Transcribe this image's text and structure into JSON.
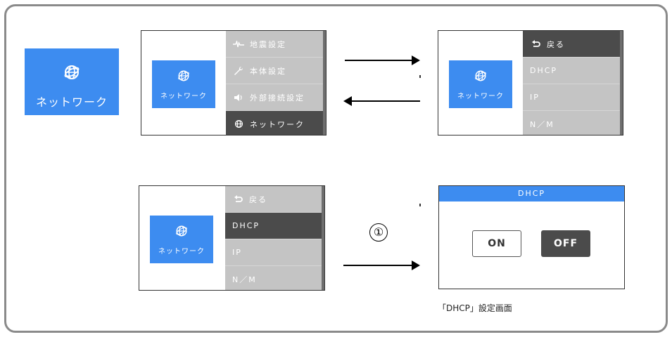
{
  "big_icon": {
    "label": "ネットワーク"
  },
  "screen1": {
    "tile_label": "ネットワーク",
    "menu": [
      {
        "icon": "waveform-icon",
        "label": "地震設定"
      },
      {
        "icon": "wrench-icon",
        "label": "本体設定"
      },
      {
        "icon": "speaker-icon",
        "label": "外部接続設定"
      },
      {
        "icon": "globe-icon",
        "label": "ネットワーク"
      }
    ]
  },
  "screen2": {
    "tile_label": "ネットワーク",
    "menu": [
      {
        "icon": "return-icon",
        "label": "戻る"
      },
      {
        "label": "DHCP"
      },
      {
        "label": "IP"
      },
      {
        "label": "N／M"
      }
    ]
  },
  "screen3": {
    "tile_label": "ネットワーク",
    "menu": [
      {
        "icon": "return-icon",
        "label": "戻る"
      },
      {
        "label": "DHCP"
      },
      {
        "label": "IP"
      },
      {
        "label": "N／M"
      }
    ]
  },
  "step_marker": "①",
  "dialog": {
    "title": "DHCP",
    "on_label": "ON",
    "off_label": "OFF"
  },
  "caption": "「DHCP」設定画面",
  "colors": {
    "accent": "#3d8cf0",
    "menu_bg": "#c4c4c4",
    "selected": "#4b4b4b"
  }
}
